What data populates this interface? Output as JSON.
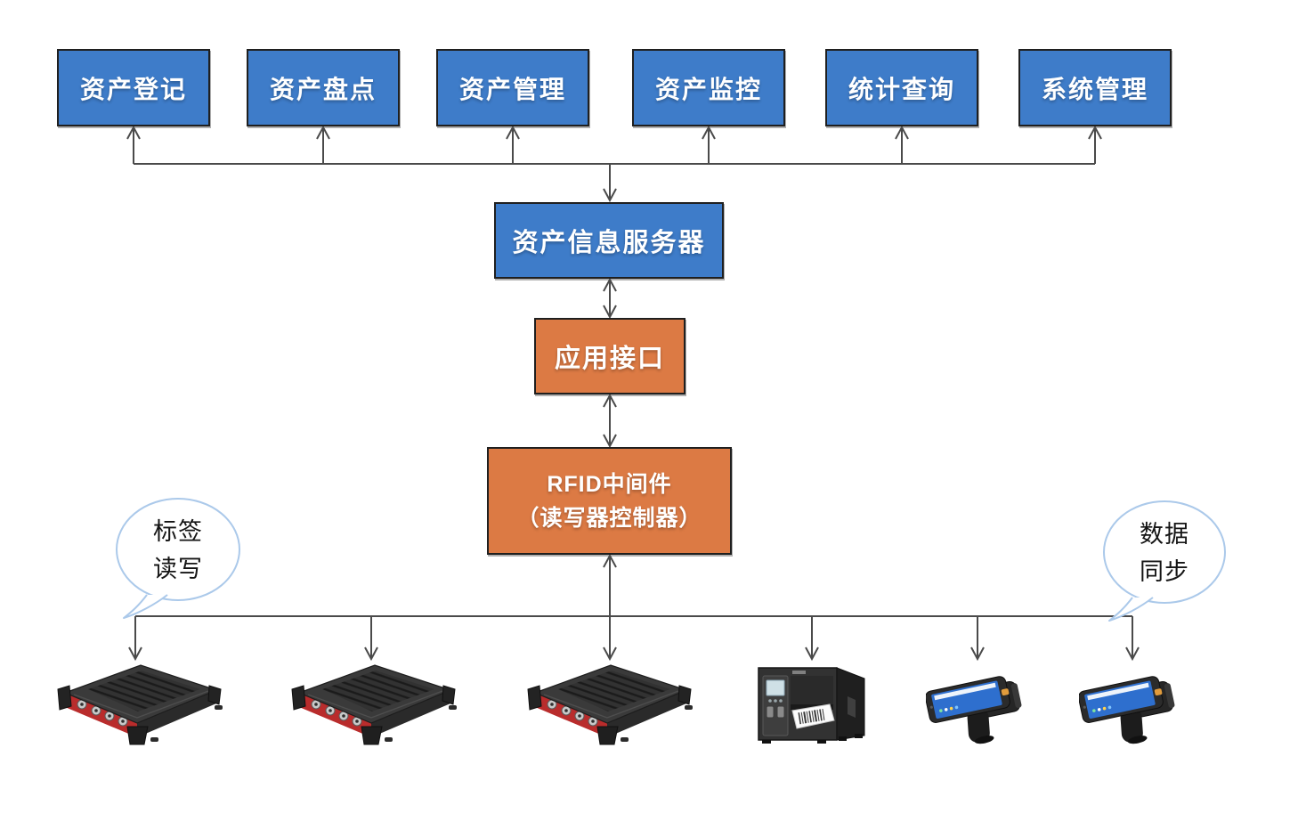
{
  "modules": [
    {
      "label": "资产登记"
    },
    {
      "label": "资产盘点"
    },
    {
      "label": "资产管理"
    },
    {
      "label": "资产监控"
    },
    {
      "label": "统计查询"
    },
    {
      "label": "系统管理"
    }
  ],
  "server": {
    "label": "资产信息服务器"
  },
  "interface": {
    "label": "应用接口"
  },
  "middleware": {
    "line1": "RFID中间件",
    "line2": "（读写器控制器）"
  },
  "bubbles": {
    "left": {
      "line1": "标签",
      "line2": "读写"
    },
    "right": {
      "line1": "数据",
      "line2": "同步"
    }
  },
  "devices": [
    {
      "icon": "fixed-rfid-reader-icon"
    },
    {
      "icon": "fixed-rfid-reader-icon"
    },
    {
      "icon": "fixed-rfid-reader-icon"
    },
    {
      "icon": "barcode-label-printer-icon"
    },
    {
      "icon": "handheld-rfid-terminal-icon"
    },
    {
      "icon": "handheld-rfid-terminal-icon"
    }
  ],
  "colors": {
    "module_blue": "#3e7cc9",
    "accent_orange": "#dc7a44",
    "connector_line": "#4a4a4a",
    "bubble_outline": "#abc9ea",
    "reader_red": "#b92c2c"
  }
}
